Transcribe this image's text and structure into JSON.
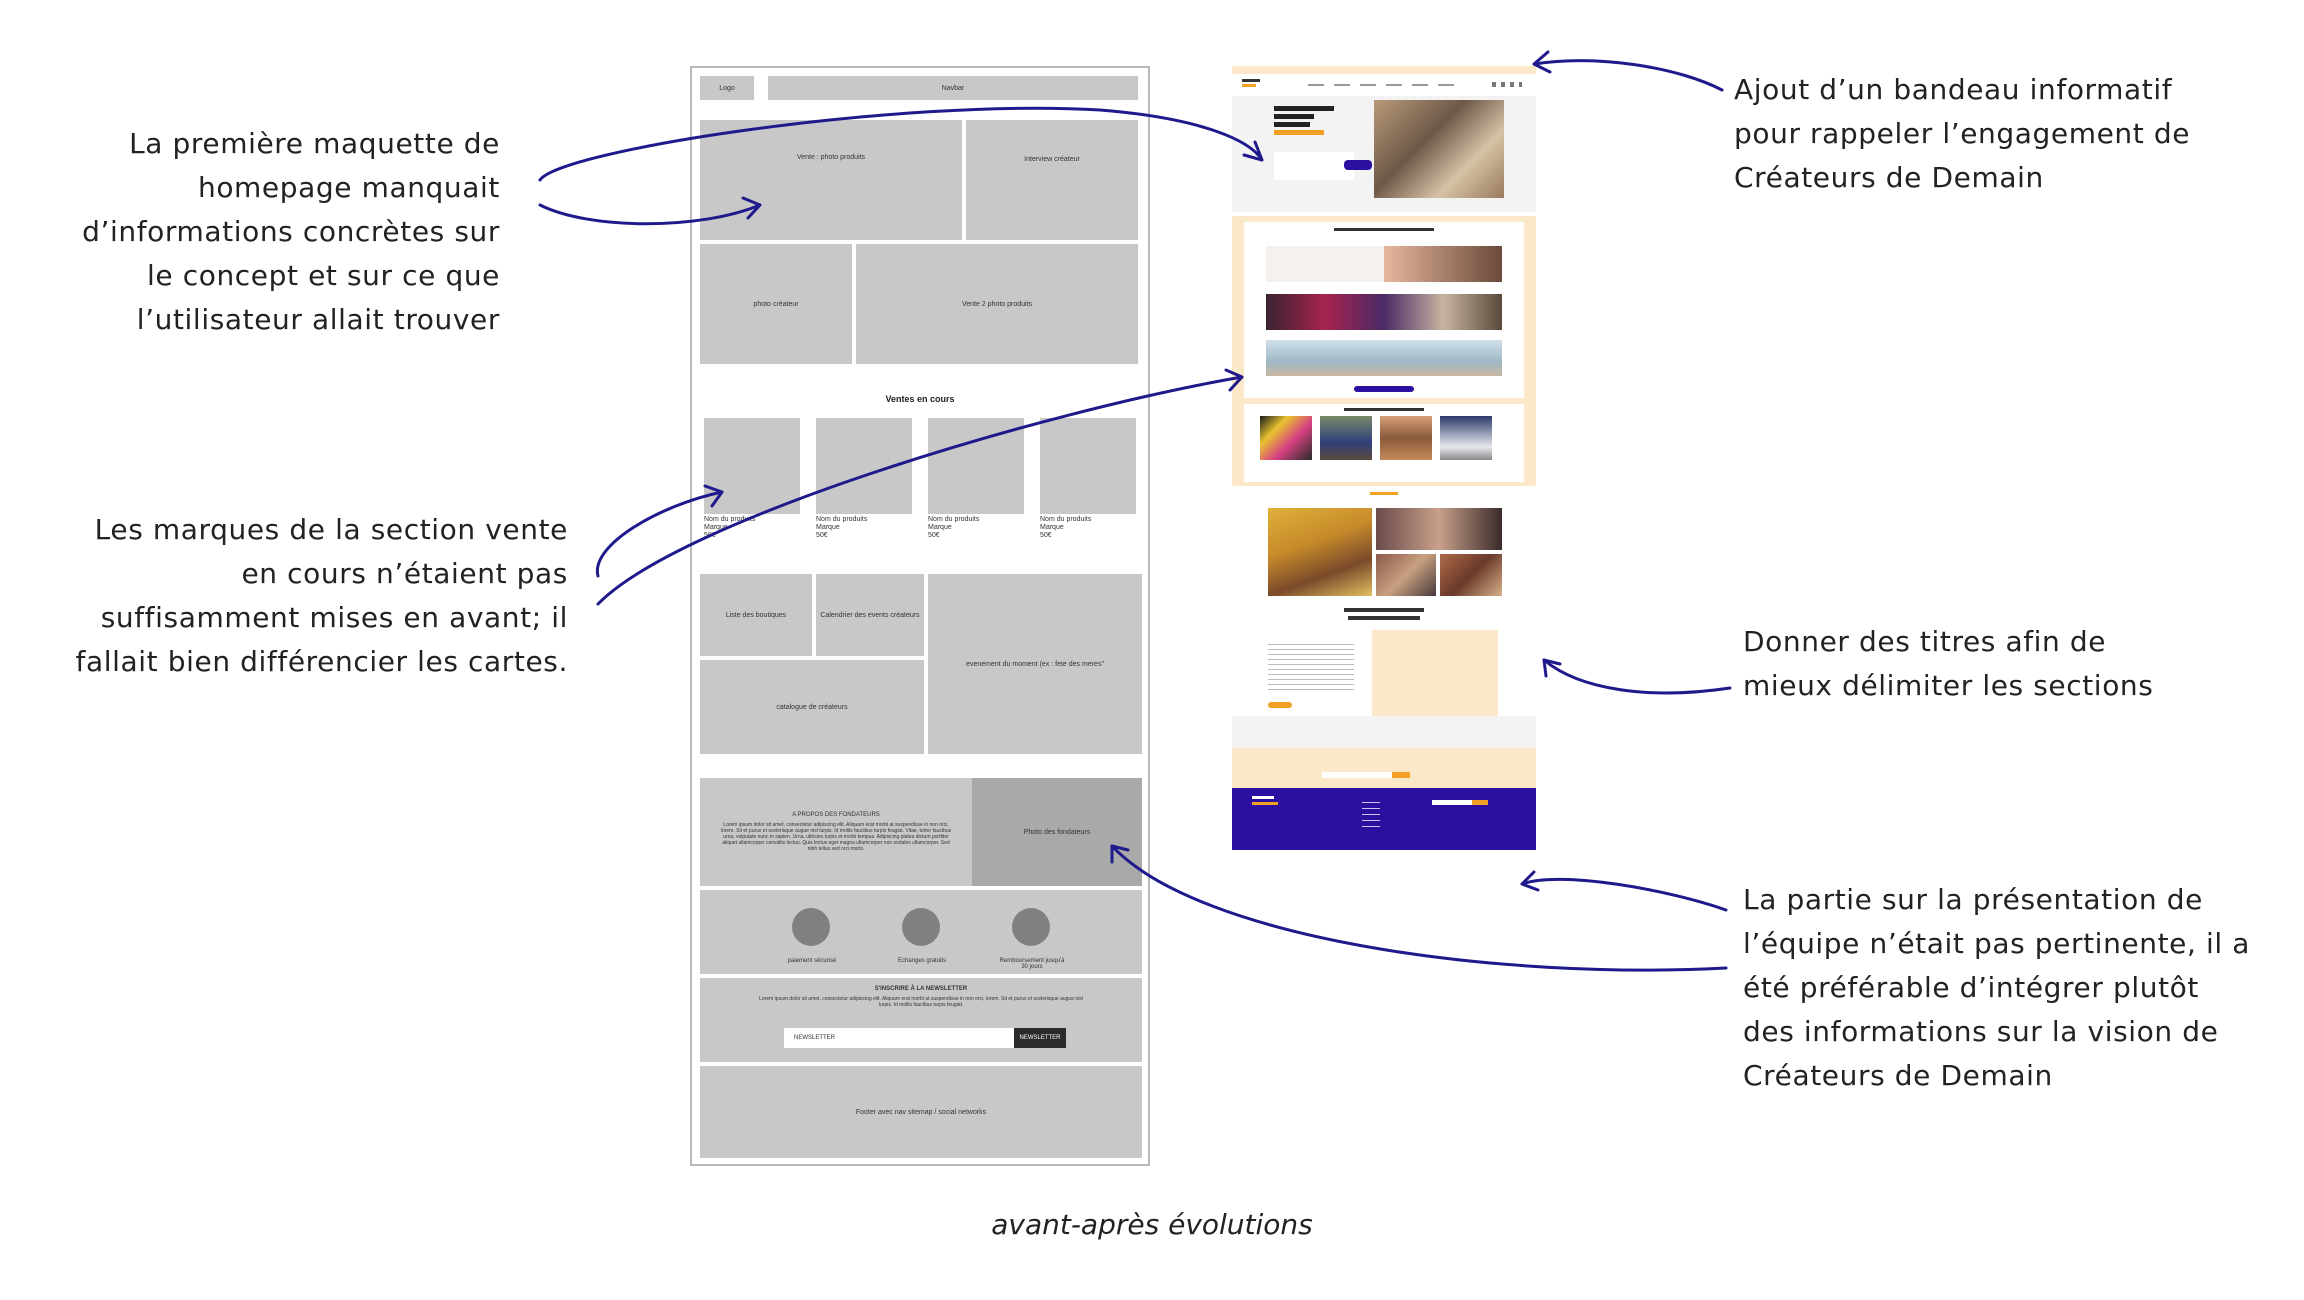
{
  "notes": {
    "left_1": [
      "La première maquette de",
      "homepage manquait",
      "d’informations concrètes sur",
      "le concept et sur ce que",
      "l’utilisateur allait trouver"
    ],
    "left_2": [
      "Les marques de la section vente",
      "en cours n’étaient pas",
      "suffisamment mises en avant; il",
      "fallait bien différencier les cartes."
    ],
    "right_1": [
      "Ajout d’un bandeau informatif",
      "pour rappeler l’engagement de",
      "Créateurs de Demain"
    ],
    "right_2": [
      "Donner des titres afin de",
      "mieux délimiter les sections"
    ],
    "right_3": [
      "La partie sur la présentation de",
      "l’équipe n’était pas pertinente, il a",
      "été préférable d’intégrer plutôt",
      "des informations sur la vision de",
      "Créateurs de Demain"
    ]
  },
  "caption": "avant-après évolutions",
  "wireframe": {
    "logo": "Logo",
    "navbar": "Navbar",
    "hero_1": "Vente : photo produits",
    "hero_2": "Interview créateur",
    "hero_3": "photo créateur",
    "hero_4": "Vente 2 photo produits",
    "sales_title": "Ventes en cours",
    "product_name": "Nom du produits",
    "product_brand": "Marque",
    "product_price": "50€",
    "list_shops": "Liste des boutiques",
    "calendar": "Calendrier des events créateurs",
    "catalogue": "catalogue de créateurs",
    "event": "evenement du moment (ex : fete des meres\"",
    "about_title": "A PROPOS DES FONDATEURS",
    "about_text": "Lorem ipsum dolor sit amet, consectetur adipiscing elit. Aliquam erat morbi at suspendisse in non orci, lorem. Sit et purus et scelerisque augue nisl turpis. Id mollis faucibus turpis feugiat. Vitae, tortor faucibus urna, vulputate nunc in sapien. Urna, ultricies turpis et morbi tempus. Adipiscing platea dictum porttitor aliquet ullamcorper convallis lectus. Quis lectus eget magna ullamcorper non sodales ullamcorper. Sed nibh tellus sed orci morbi.",
    "founders_photo": "Photo des fondateurs",
    "reassurance": [
      "paiement sécurisé",
      "Echanges gratuits",
      "Remboursement jusqu'à 30 jours"
    ],
    "newsletter_title": "S'INSCRIRE À LA NEWSLETTER",
    "newsletter_text": "Lorem ipsum dolor sit amet, consectetur adipiscing elit. Aliquam erat morbi at suspendisse in non orci, lorem. Sit et purus et scelerisque augue nisl turpis. Id mollis faucibus turpis feugiat.",
    "newsletter_input": "NEWSLETTER",
    "newsletter_button": "NEWSLETTER",
    "footer": "Footer avec nav sitemap / social networks"
  },
  "colors": {
    "arrow": "#1f1a8c",
    "brand_purple": "#2d0fa0",
    "brand_orange": "#f4a024",
    "cream": "#fbe8c8",
    "wire_grey": "#c8c8c8"
  }
}
